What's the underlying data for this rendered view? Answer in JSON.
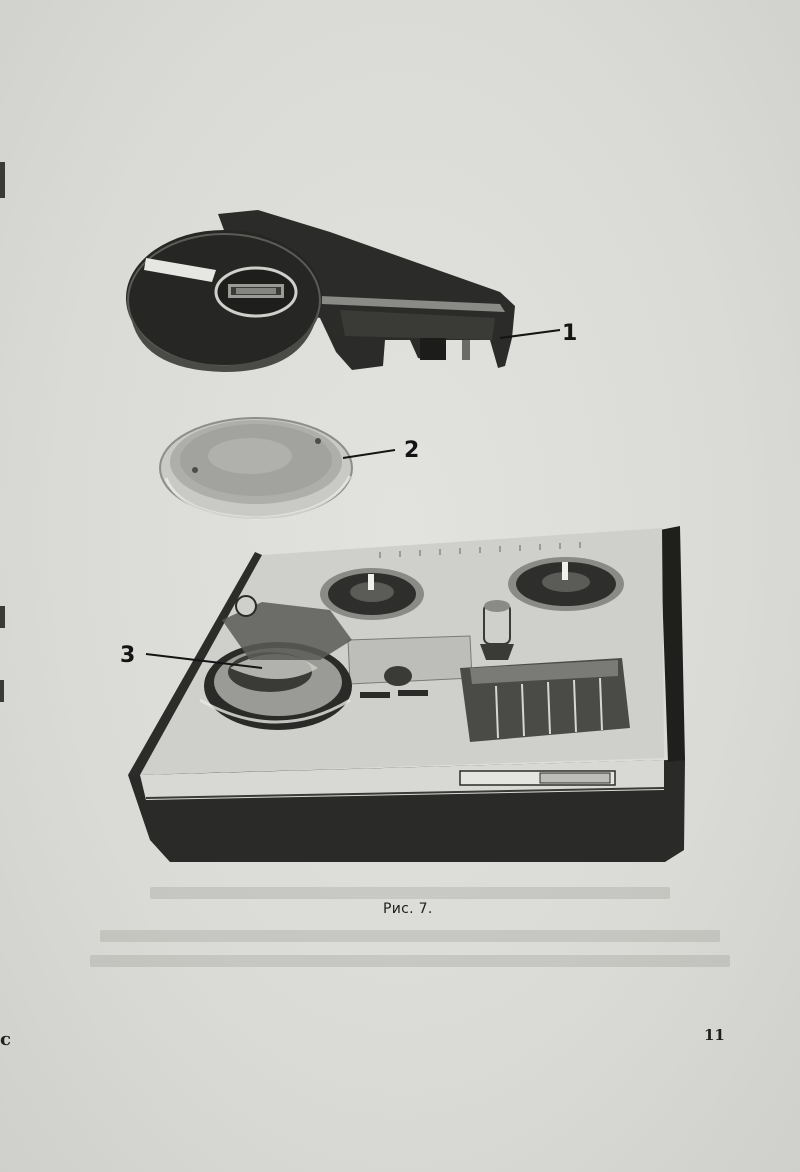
{
  "figure": {
    "caption": "Рис. 7.",
    "callouts": [
      {
        "id": 1,
        "label": "1"
      },
      {
        "id": 2,
        "label": "2"
      },
      {
        "id": 3,
        "label": "3"
      }
    ]
  },
  "page_number": "11",
  "edge_mark": "c",
  "colors": {
    "paper": "#dcdcd9",
    "ink": "#141414",
    "device_dark": "#2a2a28",
    "panel_light": "#cfcfcc"
  }
}
